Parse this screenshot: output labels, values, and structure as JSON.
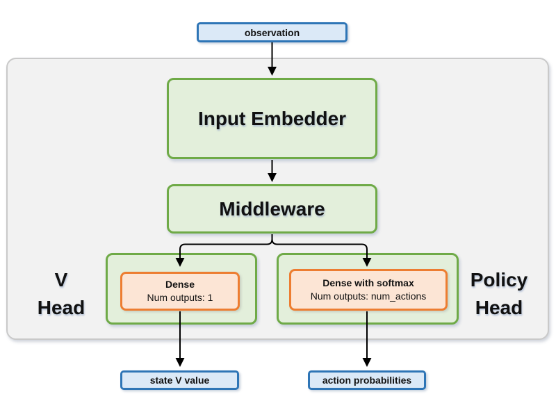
{
  "colors": {
    "panel-fill": "#f2f2f2",
    "panel-border": "#c9c9c9",
    "blue-fill": "#dbe9f7",
    "blue-border": "#2e75b6",
    "green-fill": "#e3efdb",
    "green-border": "#6faa47",
    "orange-fill": "#fce5d5",
    "orange-border": "#ed7d31",
    "arrow": "#000000"
  },
  "nodes": {
    "observation": {
      "label": "observation"
    },
    "input_embedder": {
      "label": "Input Embedder"
    },
    "middleware": {
      "label": "Middleware"
    },
    "v_head": {
      "group_label_line1": "V",
      "group_label_line2": "Head",
      "dense": {
        "title": "Dense",
        "subtitle": "Num outputs: 1"
      },
      "output": {
        "label": "state V value"
      }
    },
    "policy_head": {
      "group_label_line1": "Policy",
      "group_label_line2": "Head",
      "dense": {
        "title": "Dense with softmax",
        "subtitle": "Num outputs: num_actions"
      },
      "output": {
        "label": "action probabilities"
      }
    }
  }
}
